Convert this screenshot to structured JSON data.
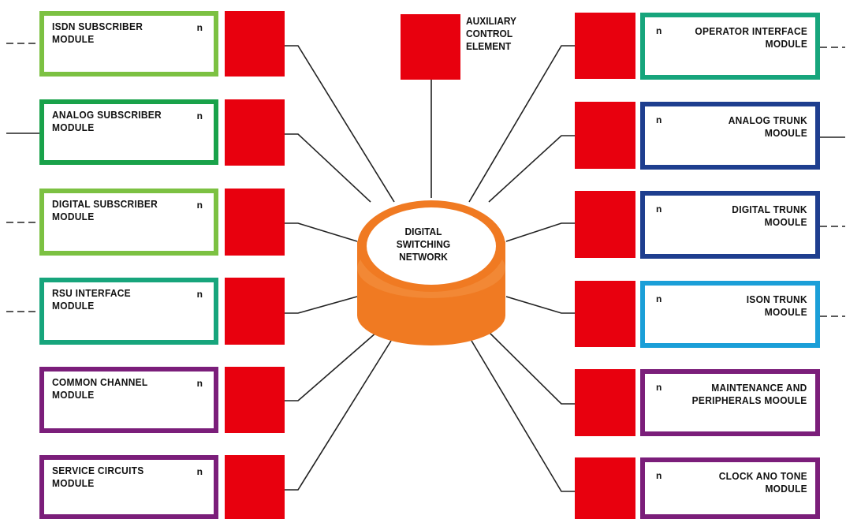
{
  "colors": {
    "red": "#e8000e",
    "light_green": "#7cc142",
    "green": "#19a24a",
    "teal": "#17a57c",
    "purple": "#7b1e7a",
    "navy": "#1e3e8f",
    "light_blue": "#1b9fd8",
    "orange": "#f07a22"
  },
  "center": {
    "line1": "DIGITAL",
    "line2": "SWITCHING",
    "line3": "NETWORK"
  },
  "auxiliary": {
    "line1": "AUXILIARY",
    "line2": "CONTROL",
    "line3": "ELEMENT"
  },
  "left_modules": [
    {
      "line1": "ISDN SUBSCRIBER",
      "line2": "MODULE",
      "n": "n",
      "color": "light_green",
      "external_link": "dashed"
    },
    {
      "line1": "ANALOG SUBSCRIBER",
      "line2": "MODULE",
      "n": "n",
      "color": "green",
      "external_link": "solid"
    },
    {
      "line1": "DIGITAL SUBSCRIBER",
      "line2": "MODULE",
      "n": "n",
      "color": "light_green",
      "external_link": "dashed"
    },
    {
      "line1": "RSU INTERFACE",
      "line2": "MODULE",
      "n": "n",
      "color": "teal",
      "external_link": "dashed"
    },
    {
      "line1": "COMMON CHANNEL",
      "line2": "MODULE",
      "n": "n",
      "color": "purple",
      "external_link": "none"
    },
    {
      "line1": "SERVICE CIRCUITS",
      "line2": "MODULE",
      "n": "n",
      "color": "purple",
      "external_link": "none"
    }
  ],
  "right_modules": [
    {
      "line1": "OPERATOR INTERFACE",
      "line2": "MODULE",
      "n": "n",
      "color": "teal",
      "external_link": "dashed"
    },
    {
      "line1": "ANALOG TRUNK",
      "line2": "MOOULE",
      "n": "n",
      "color": "navy",
      "external_link": "solid"
    },
    {
      "line1": "DIGITAL TRUNK",
      "line2": "MOOULE",
      "n": "n",
      "color": "navy",
      "external_link": "dashed"
    },
    {
      "line1": "ISON TRUNK",
      "line2": "MOOULE",
      "n": "n",
      "color": "light_blue",
      "external_link": "dashed"
    },
    {
      "line1": "MAINTENANCE AND",
      "line2": "PERIPHERALS MOOULE",
      "n": "n",
      "color": "purple",
      "external_link": "none"
    },
    {
      "line1": "CLOCK ANO TONE",
      "line2": "MODULE",
      "n": "n",
      "color": "purple",
      "external_link": "none"
    }
  ]
}
